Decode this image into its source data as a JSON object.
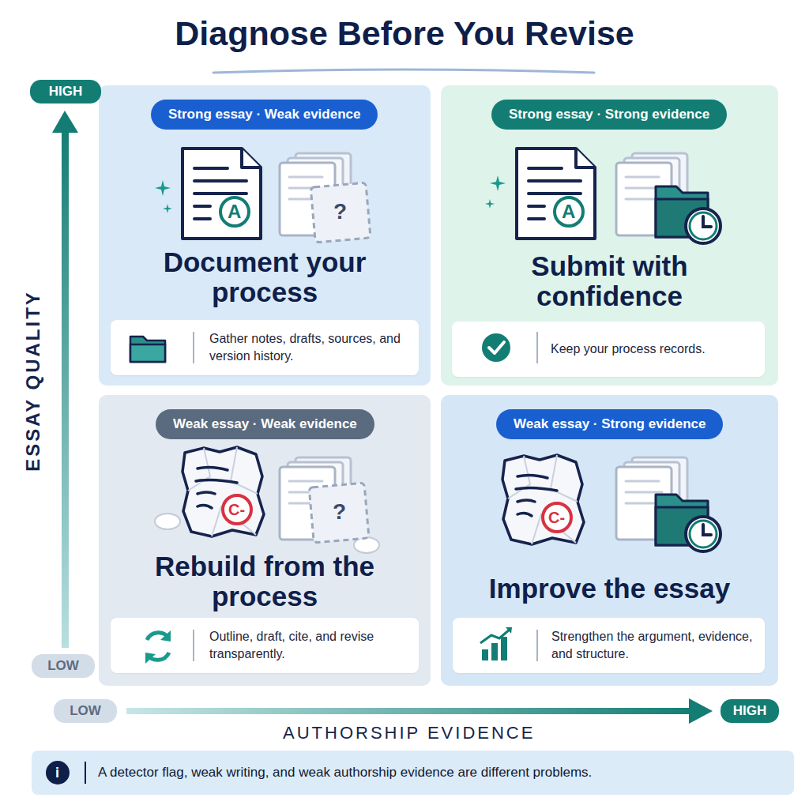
{
  "diagram": {
    "title": "Diagnose Before You Revise",
    "caption": "A detector flag, weak writing, and weak authorship evidence are different problems.",
    "nodes": [
      {
        "text": [
          "Document your process"
        ]
      },
      {
        "text": [
          "Strong essay · Weak evidence"
        ],
        "in": 0
      },
      {
        "text": [
          "Gather notes, drafts, sources, and version history."
        ],
        "in": 0
      },
      {
        "text": [
          "Submit with confidence"
        ]
      },
      {
        "text": [
          "Strong essay · Strong evidence"
        ],
        "in": 3
      },
      {
        "text": [
          "Keep your process records."
        ],
        "in": 3
      },
      {
        "text": [
          "Rebuild from the process"
        ]
      },
      {
        "text": [
          "Weak essay · Weak evidence"
        ],
        "in": 6
      },
      {
        "text": [
          "Outline, draft, cite, and revise transparently."
        ],
        "in": 6
      },
      {
        "text": [
          "Improve the essay"
        ]
      },
      {
        "text": [
          "Weak essay · Strong evidence"
        ],
        "in": 9
      },
      {
        "text": [
          "Strengthen the argument, evidence, and structure."
        ],
        "in": 9
      }
    ],
    "labels": [
      "HIGH",
      "LOW",
      "ESSAY QUALITY",
      "LOW",
      "HIGH",
      "AUTHORSHIP EVIDENCE",
      "A",
      "?",
      "A",
      "C-",
      "?",
      "C-",
      "i"
    ]
  }
}
